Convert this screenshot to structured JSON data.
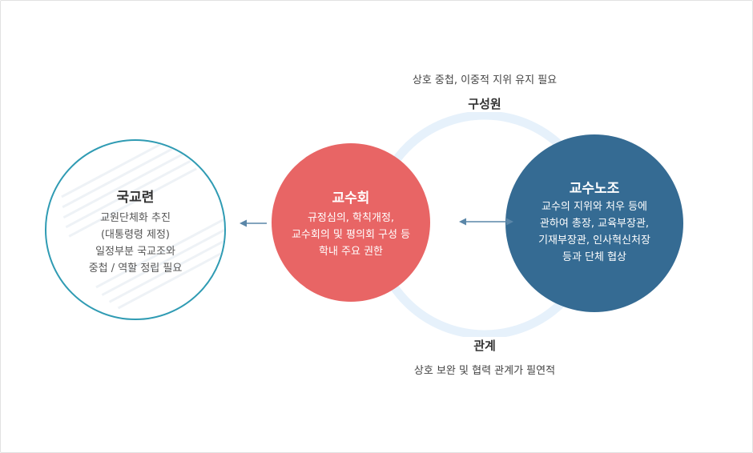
{
  "top_caption": "상호 중첩, 이중적 지위 유지 필요",
  "top_label": "구성원",
  "bottom_label": "관계",
  "bottom_caption": "상호 보완 및 협력 관계가 필연적",
  "left_node": {
    "title": "국교련",
    "lines": [
      "교원단체화 추진",
      "(대통령령 제정)",
      "일정부분 국교조와",
      "중첩 / 역할 정립 필요"
    ],
    "border_color": "#2f9bb3"
  },
  "center_node": {
    "title": "교수회",
    "lines": [
      "규정심의, 학칙개정,",
      "교수회의 및 평의회 구성 등",
      "학내 주요 권한"
    ],
    "color": "#e86565"
  },
  "right_node": {
    "title": "교수노조",
    "lines": [
      "교수의 지위와 처우 등에",
      "관하여 총장, 교육부장관,",
      "기재부장관, 인사혁신처장",
      "등과 단체 협상"
    ],
    "color": "#356b93"
  },
  "arrow_color": "#5a86a8",
  "ring_color": "#e6f1fb"
}
